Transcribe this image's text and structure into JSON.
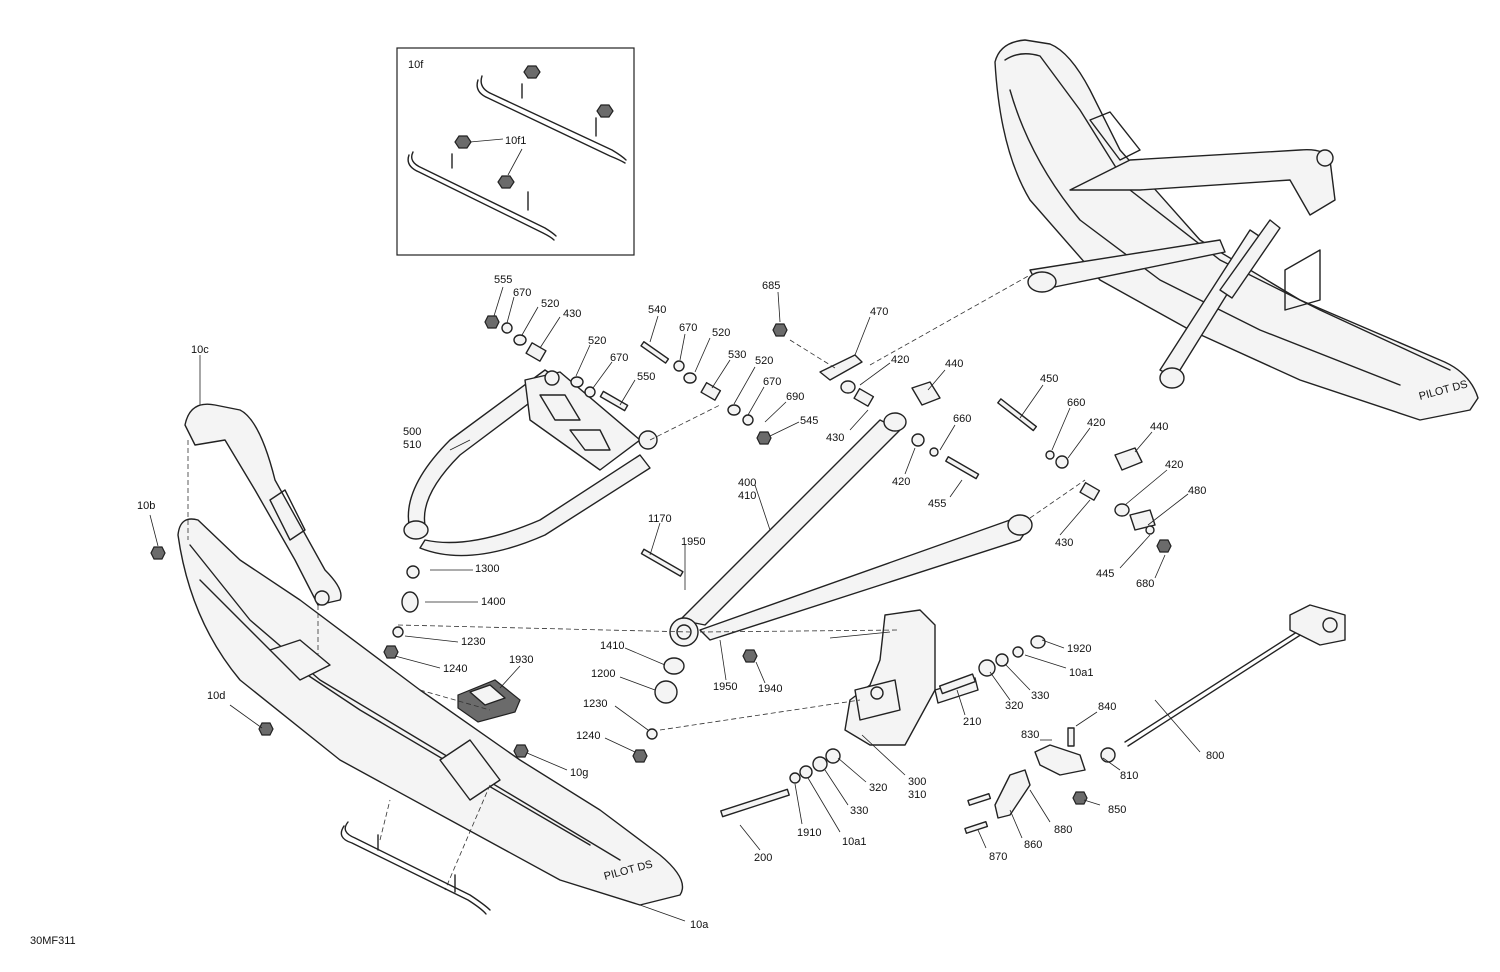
{
  "figure_code": "30MF311",
  "inset": {
    "title": "10f",
    "callout": "10f1"
  },
  "callouts": {
    "c10a": "10a",
    "c10a1_top": "10a1",
    "c10a1_bot": "10a1",
    "c10b": "10b",
    "c10c": "10c",
    "c10d": "10d",
    "c10g": "10g",
    "c200": "200",
    "c210": "210",
    "c300": "300",
    "c310": "310",
    "c320_top": "320",
    "c320_bot": "320",
    "c330_top": "330",
    "c330_bot": "330",
    "c400": "400",
    "c410": "410",
    "c420_a": "420",
    "c420_b": "420",
    "c420_c": "420",
    "c420_d": "420",
    "c430_a": "430",
    "c430_b": "430",
    "c430_c": "430",
    "c440_a": "440",
    "c440_b": "440",
    "c445": "445",
    "c450": "450",
    "c455": "455",
    "c470": "470",
    "c480": "480",
    "c500": "500",
    "c510": "510",
    "c520_a": "520",
    "c520_b": "520",
    "c520_c": "520",
    "c520_d": "520",
    "c530": "530",
    "c540": "540",
    "c545": "545",
    "c550": "550",
    "c555": "555",
    "c660_a": "660",
    "c660_b": "660",
    "c670_a": "670",
    "c670_b": "670",
    "c670_c": "670",
    "c670_d": "670",
    "c680": "680",
    "c685": "685",
    "c690": "690",
    "c800": "800",
    "c810": "810",
    "c830": "830",
    "c840": "840",
    "c850": "850",
    "c860": "860",
    "c870": "870",
    "c880": "880",
    "c1170": "1170",
    "c1200": "1200",
    "c1230_a": "1230",
    "c1230_b": "1230",
    "c1240_a": "1240",
    "c1240_b": "1240",
    "c1300": "1300",
    "c1400": "1400",
    "c1410": "1410",
    "c1910": "1910",
    "c1920": "1920",
    "c1930": "1930",
    "c1940": "1940",
    "c1950_a": "1950",
    "c1950_b": "1950"
  },
  "ski_logo": "PILOT DS"
}
